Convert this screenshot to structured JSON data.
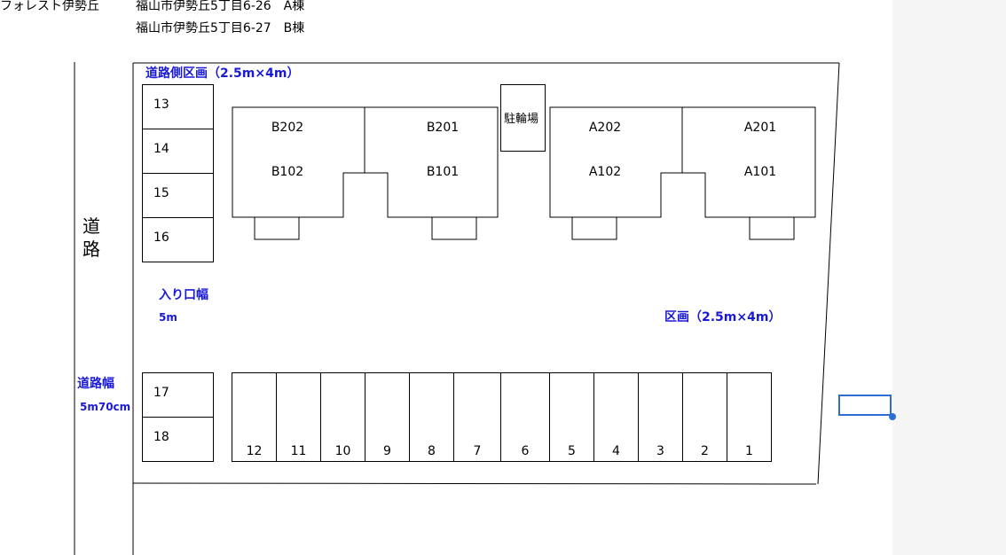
{
  "header": {
    "property_name": "フォレスト伊勢丘",
    "address_a": "福山市伊勢丘5丁目6-26　A棟",
    "address_b": "福山市伊勢丘5丁目6-27　B棟"
  },
  "diagram": {
    "road_label": "道\n路",
    "road_width_label": "道路幅",
    "road_width_value": "5m70cm",
    "roadside_section_label": "道路側区画（2.5m×4m）",
    "entrance_label": "入り口幅",
    "entrance_value": "5m",
    "section_label": "区画（2.5m×4m）",
    "bicycle_parking": "駐輪場",
    "roadside_slots_top": [
      "13",
      "14",
      "15",
      "16"
    ],
    "roadside_slots_bottom": [
      "17",
      "18"
    ],
    "bottom_slots": [
      "12",
      "11",
      "10",
      "9",
      "8",
      "7",
      "6",
      "5",
      "4",
      "3",
      "2",
      "1"
    ],
    "buildings": {
      "b_left_upper": "B202",
      "b_left_lower": "B102",
      "b_right_upper": "B201",
      "b_right_lower": "B101",
      "a_left_upper": "A202",
      "a_left_lower": "A102",
      "a_right_upper": "A201",
      "a_right_lower": "A101"
    }
  },
  "colors": {
    "label_blue": "#1a1ad6",
    "selection": "#2b6fd6",
    "side_panel": "#f5f5f5"
  }
}
